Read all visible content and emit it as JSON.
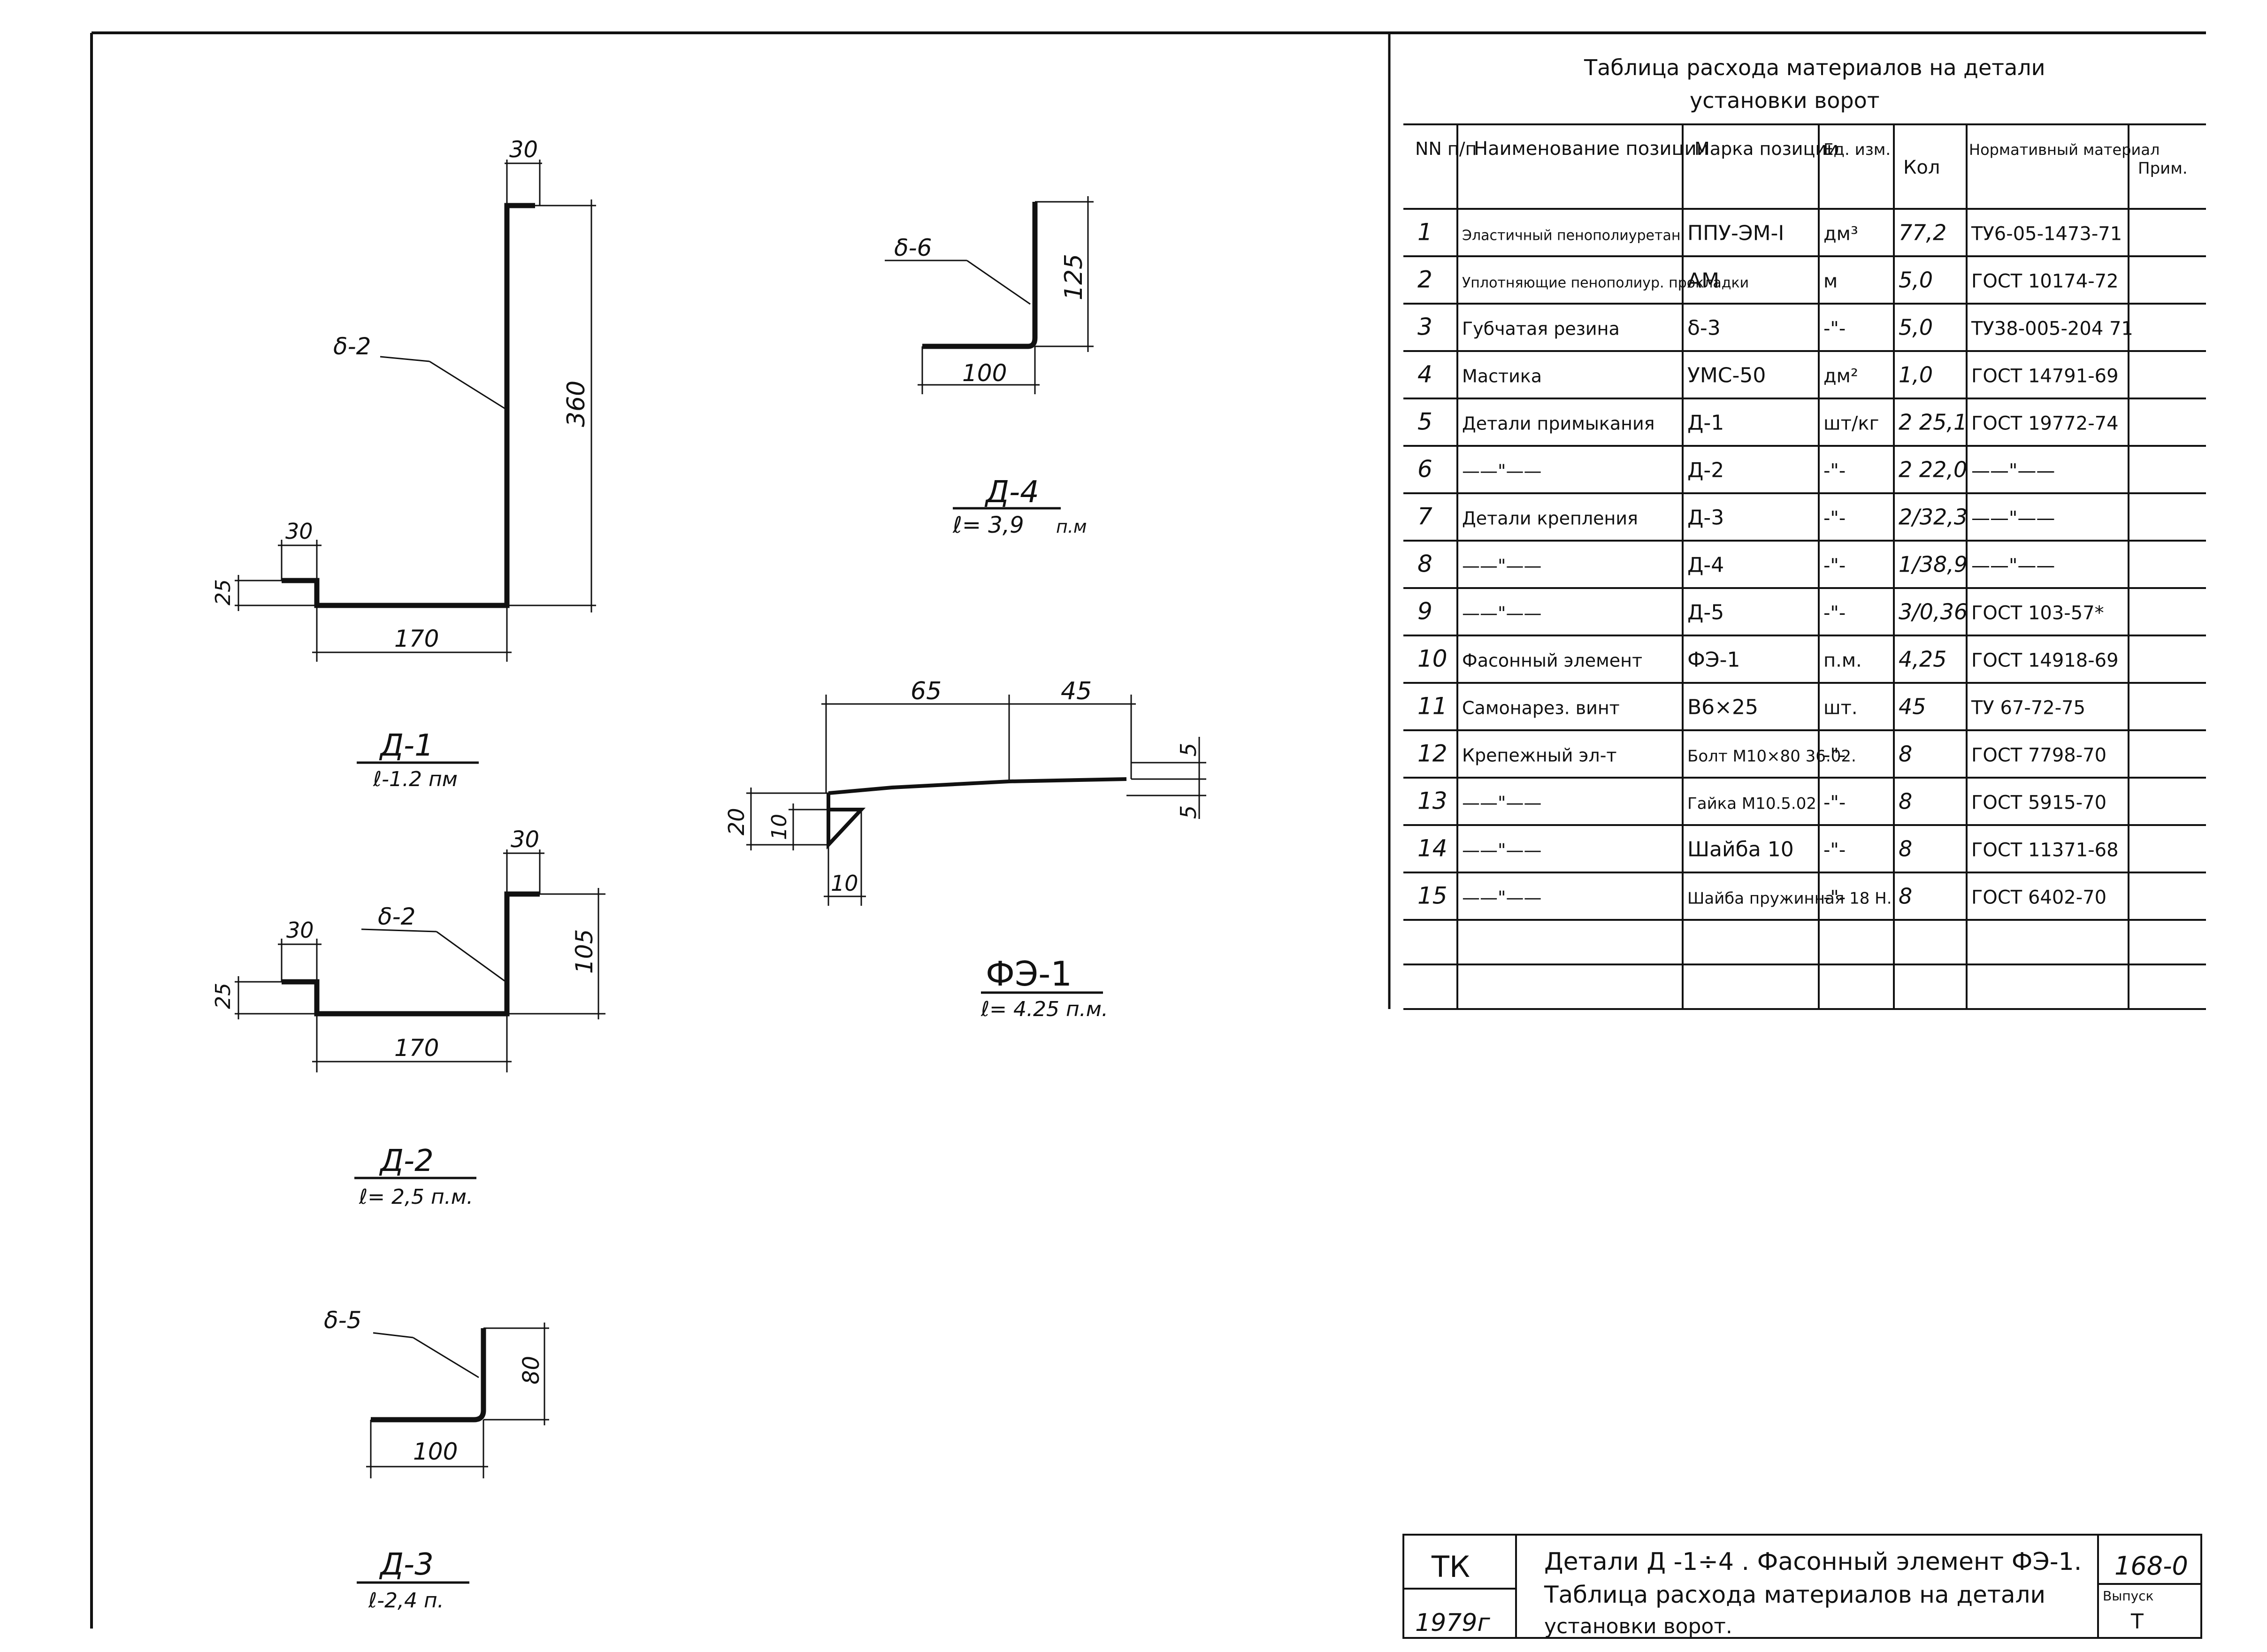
{
  "details": {
    "d1": {
      "delta": "δ-2",
      "dims": {
        "top": "30",
        "height": "360",
        "step": "30",
        "base_h": "25",
        "width": "170"
      },
      "mark": "Д-1",
      "length": "ℓ-1.2 пм"
    },
    "d2": {
      "delta": "δ-2",
      "dims": {
        "top": "30",
        "height": "105",
        "step": "30",
        "base_h": "25",
        "width": "170"
      },
      "mark": "Д-2",
      "length": "ℓ= 2,5 п.м."
    },
    "d3": {
      "delta": "δ-5",
      "dims": {
        "height": "80",
        "width": "100"
      },
      "mark": "Д-3",
      "length": "ℓ-2,4 п."
    },
    "d4": {
      "delta": "δ-6",
      "dims": {
        "height": "125",
        "width": "100"
      },
      "mark": "Д-4",
      "length": "ℓ= 3,9",
      "unit": "п.м"
    },
    "fe1": {
      "dims": {
        "a": "65",
        "b": "45",
        "c": "5",
        "d": "5",
        "h": "20",
        "h2": "10",
        "w": "10"
      },
      "mark": "ФЭ-1",
      "length": "ℓ= 4.25 п.м."
    }
  },
  "table": {
    "title_line1": "Таблица расхода материалов на детали",
    "title_line2": "установки ворот",
    "headers": [
      "NN п/п",
      "Наименование позиции",
      "Марка позиции",
      "Ед. изм.",
      "Кол",
      "Нормативный материал",
      "Прим."
    ],
    "rows": [
      [
        "1",
        "Эластичный пенополиуретан",
        "ППУ-ЭМ-I",
        "дм³",
        "77,2",
        "ТУ6-05-1473-71"
      ],
      [
        "2",
        "Уплотняющие пенополиур. прокладки",
        "АМ",
        "м",
        "5,0",
        "ГОСТ 10174-72"
      ],
      [
        "3",
        "Губчатая резина",
        "δ-3",
        "-\"-",
        "5,0",
        "ТУ38-005-204 71"
      ],
      [
        "4",
        "Мастика",
        "УМС-50",
        "дм²",
        "1,0",
        "ГОСТ 14791-69"
      ],
      [
        "5",
        "Детали примыкания",
        "Д-1",
        "шт/кг",
        "2 25,1",
        "ГОСТ 19772-74"
      ],
      [
        "6",
        "——\"——",
        "Д-2",
        "-\"-",
        "2 22,0",
        "——\"——"
      ],
      [
        "7",
        "Детали крепления",
        "Д-3",
        "-\"-",
        "2/32,3",
        "——\"——"
      ],
      [
        "8",
        "——\"——",
        "Д-4",
        "-\"-",
        "1/38,9",
        "——\"——"
      ],
      [
        "9",
        "——\"——",
        "Д-5",
        "-\"-",
        "3/0,36",
        "ГОСТ 103-57*"
      ],
      [
        "10",
        "Фасонный элемент",
        "ФЭ-1",
        "п.м.",
        "4,25",
        "ГОСТ 14918-69"
      ],
      [
        "11",
        "Самонарез. винт",
        "В6×25",
        "шт.",
        "45",
        "ТУ 67-72-75"
      ],
      [
        "12",
        "Крепежный эл-т",
        "Болт М10×80 36.02.",
        "-\"-",
        "8",
        "ГОСТ 7798-70"
      ],
      [
        "13",
        "——\"——",
        "Гайка М10.5.02",
        "-\"-",
        "8",
        "ГОСТ 5915-70"
      ],
      [
        "14",
        "——\"——",
        "Шайба 10",
        "-\"-",
        "8",
        "ГОСТ 11371-68"
      ],
      [
        "15",
        "——\"——",
        "Шайба пружинная 18 Н.",
        "-\"-",
        "8",
        "ГОСТ 6402-70"
      ]
    ]
  },
  "titleblock": {
    "org": "ТК",
    "year": "1979г",
    "title_line1": "Детали  Д -1÷4 . Фасонный элемент ФЭ-1.",
    "title_line2": "Таблица расхода материалов на детали",
    "title_line3": "установки ворот.",
    "doc_number": "168-0",
    "issue_label": "Выпуск",
    "issue_value": "Т"
  }
}
